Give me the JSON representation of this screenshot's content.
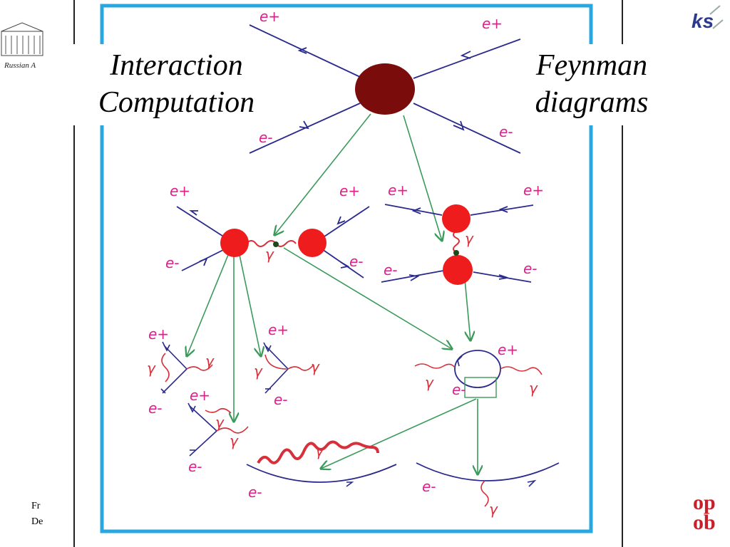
{
  "captions": {
    "left_line1": "Interaction",
    "left_line2": "Computation",
    "right_line1": "Feynman",
    "right_line2": "diagrams"
  },
  "particles": {
    "positron": "e+",
    "electron": "e-",
    "photon": "γ"
  },
  "background_slide": {
    "logo_caption": "Russian A",
    "footer_line1": "Fr",
    "footer_line2": "De",
    "right_logo_top": "ks",
    "right_logo_bottom_1": "op",
    "right_logo_bottom_2": "ob"
  },
  "colors": {
    "frame": "#29a8e0",
    "fermion_line": "#2a2a8c",
    "arrow": "#3a9a5a",
    "label": "#e0208a",
    "photon": "#d8303a",
    "blob_main": "#7a0c0c",
    "blob": "#ee1c1c"
  }
}
